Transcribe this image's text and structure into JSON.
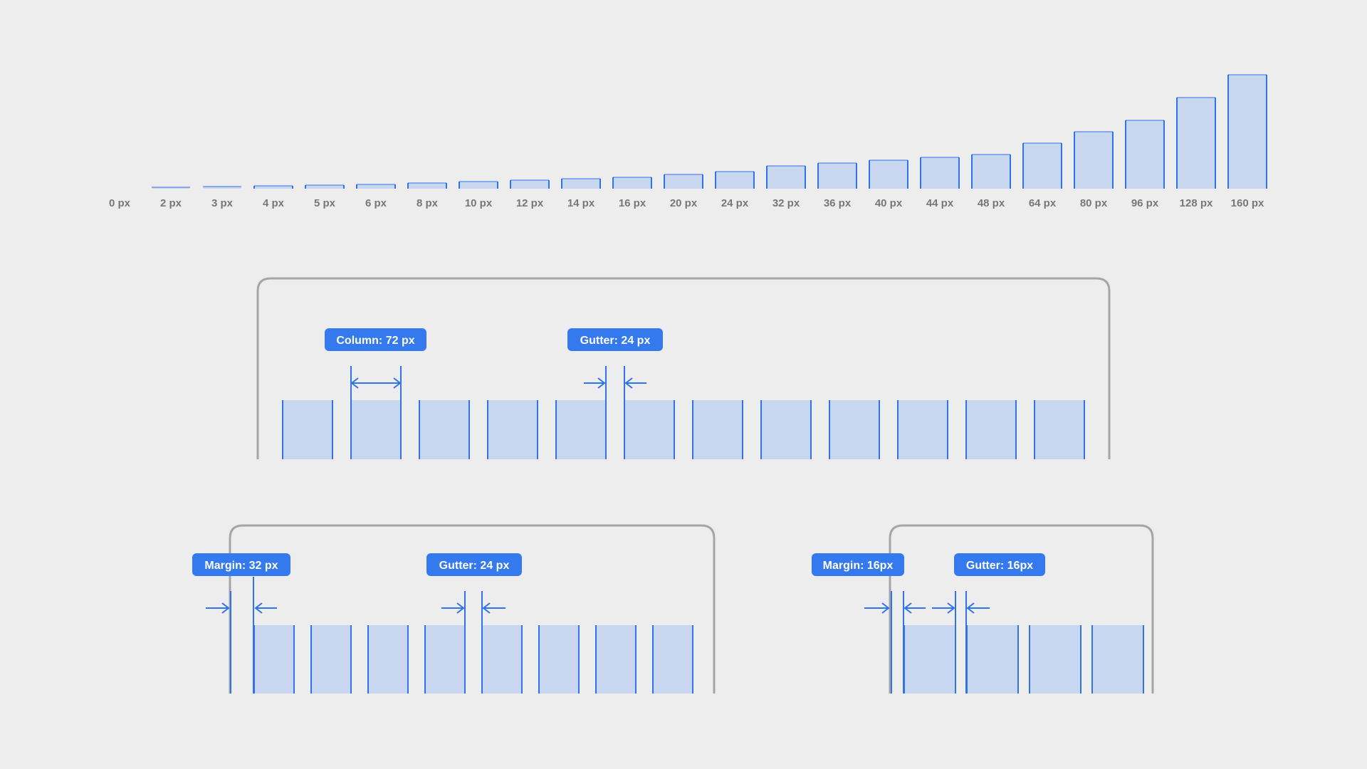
{
  "colors": {
    "background": "#ededed",
    "bar_fill": "#c8d6f0",
    "bar_stroke": "#2f74e8",
    "frame": "#a5a5a5",
    "badge": "#3479ee",
    "label": "#777777"
  },
  "chart_data": {
    "type": "bar",
    "categories": [
      "0 px",
      "2 px",
      "3 px",
      "4 px",
      "5 px",
      "6 px",
      "8 px",
      "10 px",
      "12 px",
      "14 px",
      "16 px",
      "20 px",
      "24 px",
      "32 px",
      "36 px",
      "40 px",
      "44 px",
      "48 px",
      "64 px",
      "80 px",
      "96 px",
      "128 px",
      "160 px"
    ],
    "values": [
      0,
      2,
      3,
      4,
      5,
      6,
      8,
      10,
      12,
      14,
      16,
      20,
      24,
      32,
      36,
      40,
      44,
      48,
      64,
      80,
      96,
      128,
      160
    ],
    "title": "",
    "xlabel": "",
    "ylabel": "",
    "ylim": [
      0,
      160
    ]
  },
  "grids": {
    "desktop": {
      "columns": 12,
      "column_label": "Column: 72 px",
      "gutter_label": "Gutter: 24 px"
    },
    "tablet": {
      "columns": 8,
      "margin_label": "Margin: 32 px",
      "gutter_label": "Gutter: 24 px"
    },
    "mobile": {
      "columns": 4,
      "margin_label": "Margin: 16px",
      "gutter_label": "Gutter: 16px"
    }
  }
}
